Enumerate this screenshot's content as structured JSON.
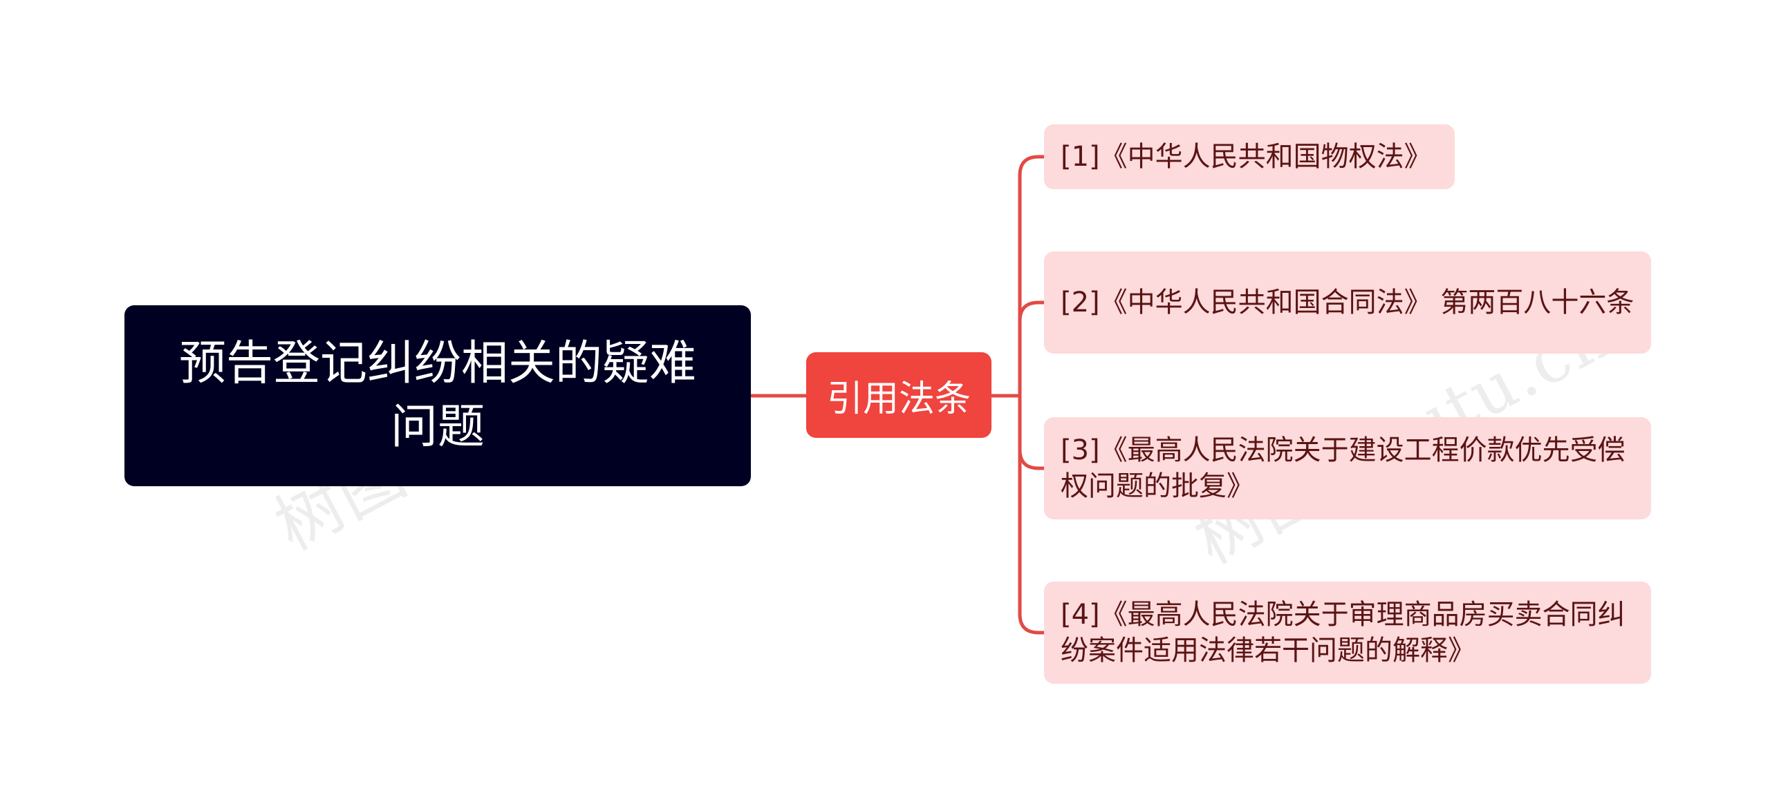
{
  "watermark": {
    "text": "树图 shutu.cn"
  },
  "colors": {
    "root_bg": "#000022",
    "mid_bg": "#f0443f",
    "leaf_bg": "#fddadb",
    "line": "#e24a45"
  },
  "mindmap": {
    "root": {
      "label": "预告登记纠纷相关的疑难问题"
    },
    "branch": {
      "label": "引用法条"
    },
    "leaves": [
      {
        "label": "[1]《中华人民共和国物权法》"
      },
      {
        "label": "[2]《中华人民共和国合同法》 第两百八十六条"
      },
      {
        "label": "[3]《最高人民法院关于建设工程价款优先受偿权问题的批复》"
      },
      {
        "label": "[4]《最高人民法院关于审理商品房买卖合同纠纷案件适用法律若干问题的解释》"
      }
    ]
  }
}
